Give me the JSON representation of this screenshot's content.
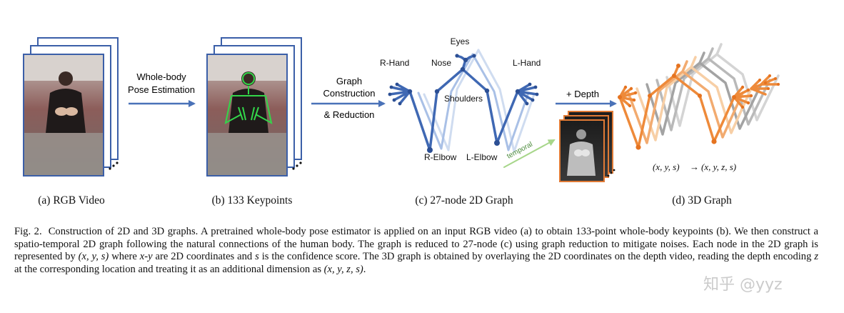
{
  "panels": {
    "a": {
      "label": "(a) RGB Video"
    },
    "b": {
      "label": "(b) 133 Keypoints"
    },
    "c": {
      "label": "(c) 27-node 2D Graph"
    },
    "d": {
      "label": "(d) 3D Graph"
    }
  },
  "arrows": {
    "pose_estimation": [
      "Whole-body",
      "Pose Estimation"
    ],
    "graph_construction": [
      "Graph",
      "Construction",
      "& Reduction"
    ],
    "depth": "+ Depth",
    "temporal": "temporal"
  },
  "graph_labels": {
    "eyes": "Eyes",
    "nose": "Nose",
    "r_hand": "R-Hand",
    "l_hand": "L-Hand",
    "shoulders": "Shoulders",
    "r_elbow": "R-Elbow",
    "l_elbow": "L-Elbow"
  },
  "formula": {
    "left": "(x, y, s)",
    "arrow": "→",
    "right": "(x, y, z, s)"
  },
  "caption": {
    "fig": "Fig. 2.",
    "intro": "Construction of 2D and 3D graphs. A pretrained whole-body pose estimator is applied on an input RGB video (a) to obtain 133-point whole-body keypoints (b). We then construct a spatio-temporal 2D graph following the natural connections of the human body. The graph is reduced to 27-node (c) using graph reduction to mitigate noises. Each node in the 2D graph is represented by",
    "xys": "(x, y, s)",
    "where": "where",
    "xy": "x-y",
    "are2d": "are 2D coordinates and",
    "s": "s",
    "conf": "is the confidence score. The 3D graph is obtained by overlaying the 2D coordinates on the depth video, reading the depth encoding",
    "z": "z",
    "loc": "at the corresponding location and treating it as an additional dimension as",
    "xyzs": "(x, y, z, s)",
    "end": "."
  },
  "watermark": "知乎 @yyz",
  "colors": {
    "frame_border": "#3b5fa8",
    "arrow_blue": "#4a72b8",
    "graph_blue": "#3f68b3",
    "graph_orange": "#ee8a3a",
    "temporal_green": "#a7d68a",
    "depth_frame": "#e07a35",
    "keypoint_green": "#33d64a"
  }
}
